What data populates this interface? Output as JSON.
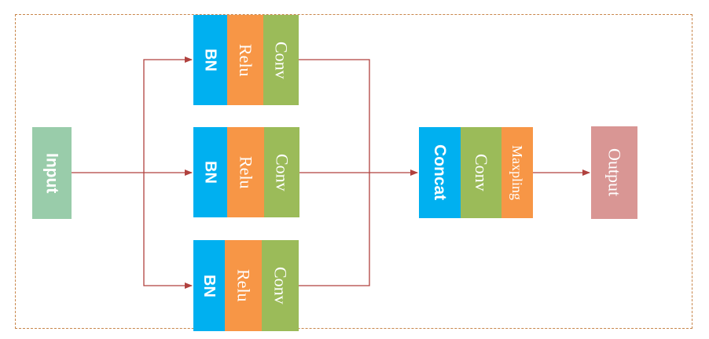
{
  "nodes": {
    "input": "Input",
    "branch1": {
      "bn": "BN",
      "relu": "Relu",
      "conv": "Conv"
    },
    "branch2": {
      "bn": "BN",
      "relu": "Relu",
      "conv": "Conv"
    },
    "branch3": {
      "bn": "BN",
      "relu": "Relu",
      "conv": "Conv"
    },
    "merge": {
      "concat": "Concat",
      "conv": "Conv",
      "pool": "Maxpling"
    },
    "output": "Output"
  },
  "colors": {
    "bn": "#00b0f0",
    "relu": "#f79646",
    "conv": "#9bbb59",
    "input": "#99ccaa",
    "output": "#d99694",
    "arrow": "#b0413e",
    "frame": "#c8864a"
  }
}
